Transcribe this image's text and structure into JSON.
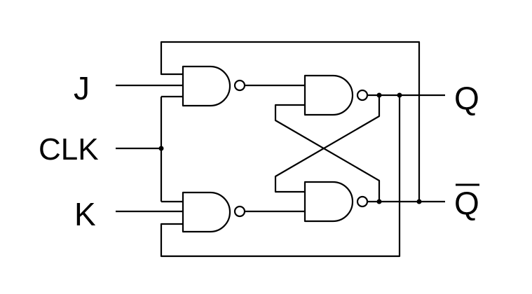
{
  "diagram": {
    "kind": "JK flip-flop circuit",
    "labels": {
      "j": "J",
      "clk": "CLK",
      "k": "K",
      "q": "Q",
      "q_bar": "Q"
    },
    "gates": [
      "nand-j",
      "nand-k",
      "nand-q",
      "nand-qbar"
    ],
    "colors": {
      "line": "#000000",
      "background": "#ffffff"
    }
  }
}
